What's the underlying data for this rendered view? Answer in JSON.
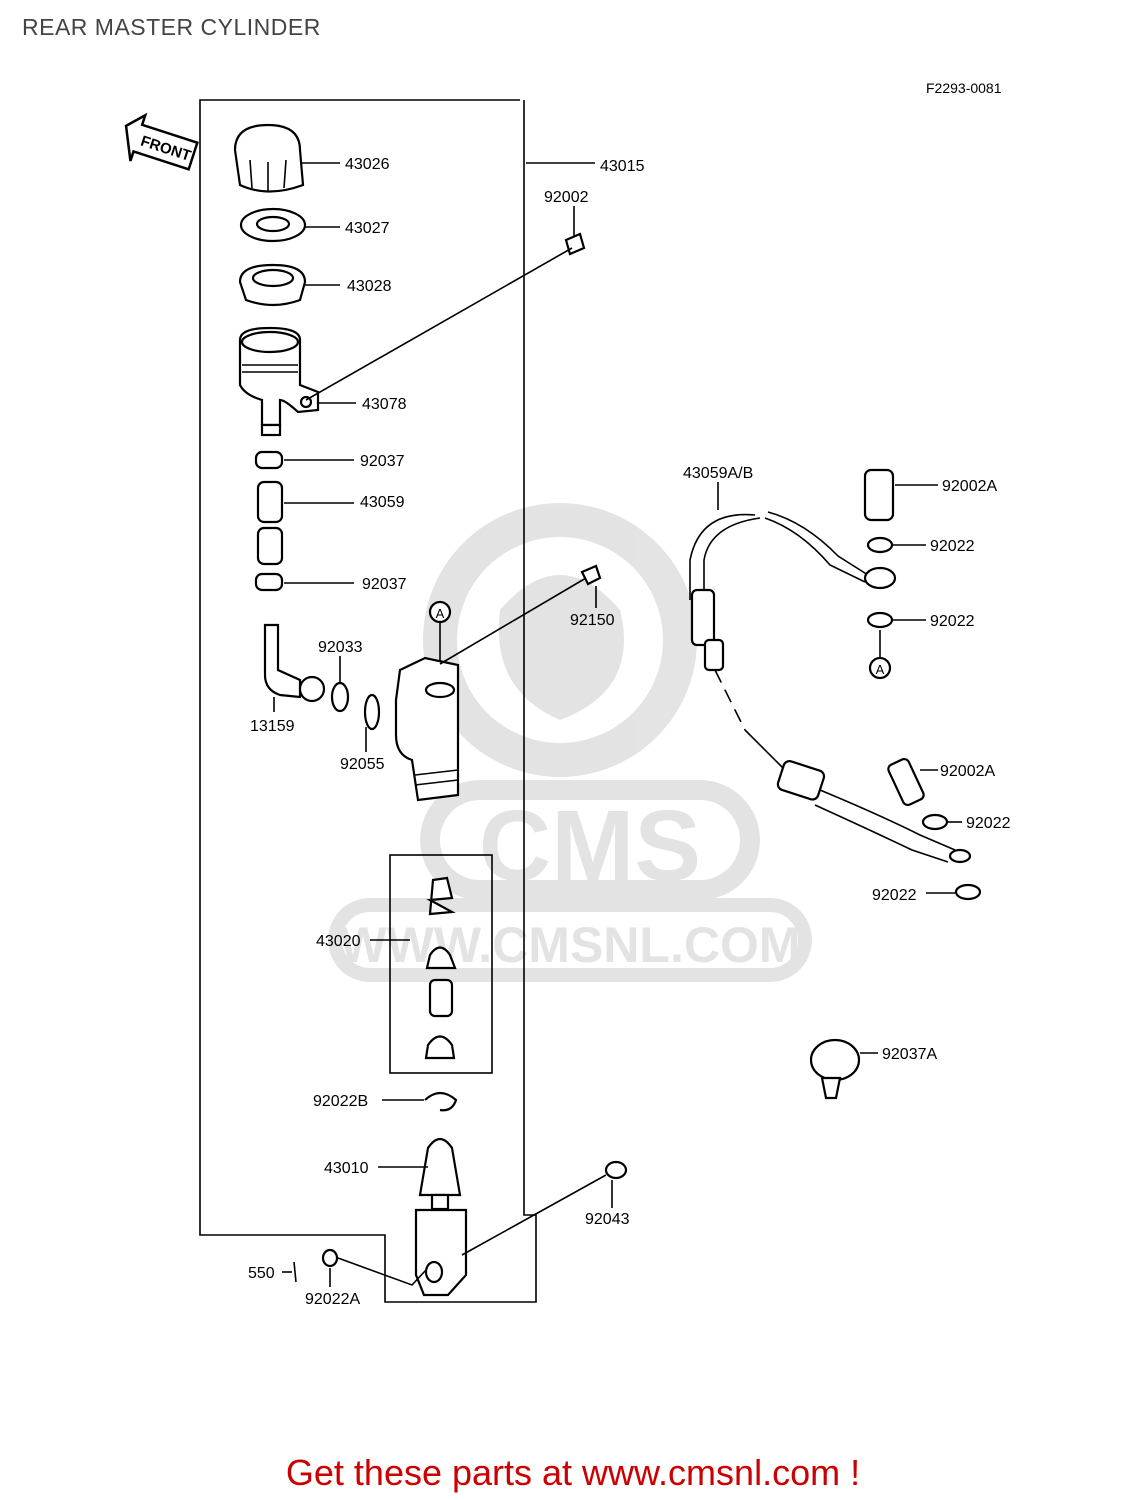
{
  "page": {
    "title": "REAR MASTER CYLINDER",
    "cta": "Get these parts at www.cmsnl.com !"
  },
  "diagram": {
    "figure_code": "F2293-0081",
    "front_arrow": "FRONT",
    "ref_marker": "A",
    "watermark": {
      "brand": "CMS",
      "url": "WWW.CMSNL.COM"
    },
    "parts": {
      "p43026": "43026",
      "p43015": "43015",
      "p43027": "43027",
      "p92002": "92002",
      "p43028": "43028",
      "p43078": "43078",
      "p92037a": "92037",
      "p43059": "43059",
      "p92037b": "92037",
      "p92150": "92150",
      "p92033": "92033",
      "p13159": "13159",
      "p92055": "92055",
      "p43020": "43020",
      "p92022B": "92022B",
      "p43010": "43010",
      "p92043": "92043",
      "p550": "550",
      "p92022A": "92022A",
      "p43059AB": "43059A/B",
      "p92002A_1": "92002A",
      "p92022_1": "92022",
      "p92022_2": "92022",
      "p92002A_2": "92002A",
      "p92022_3": "92022",
      "p92022_4": "92022",
      "p92037A": "92037A"
    }
  }
}
